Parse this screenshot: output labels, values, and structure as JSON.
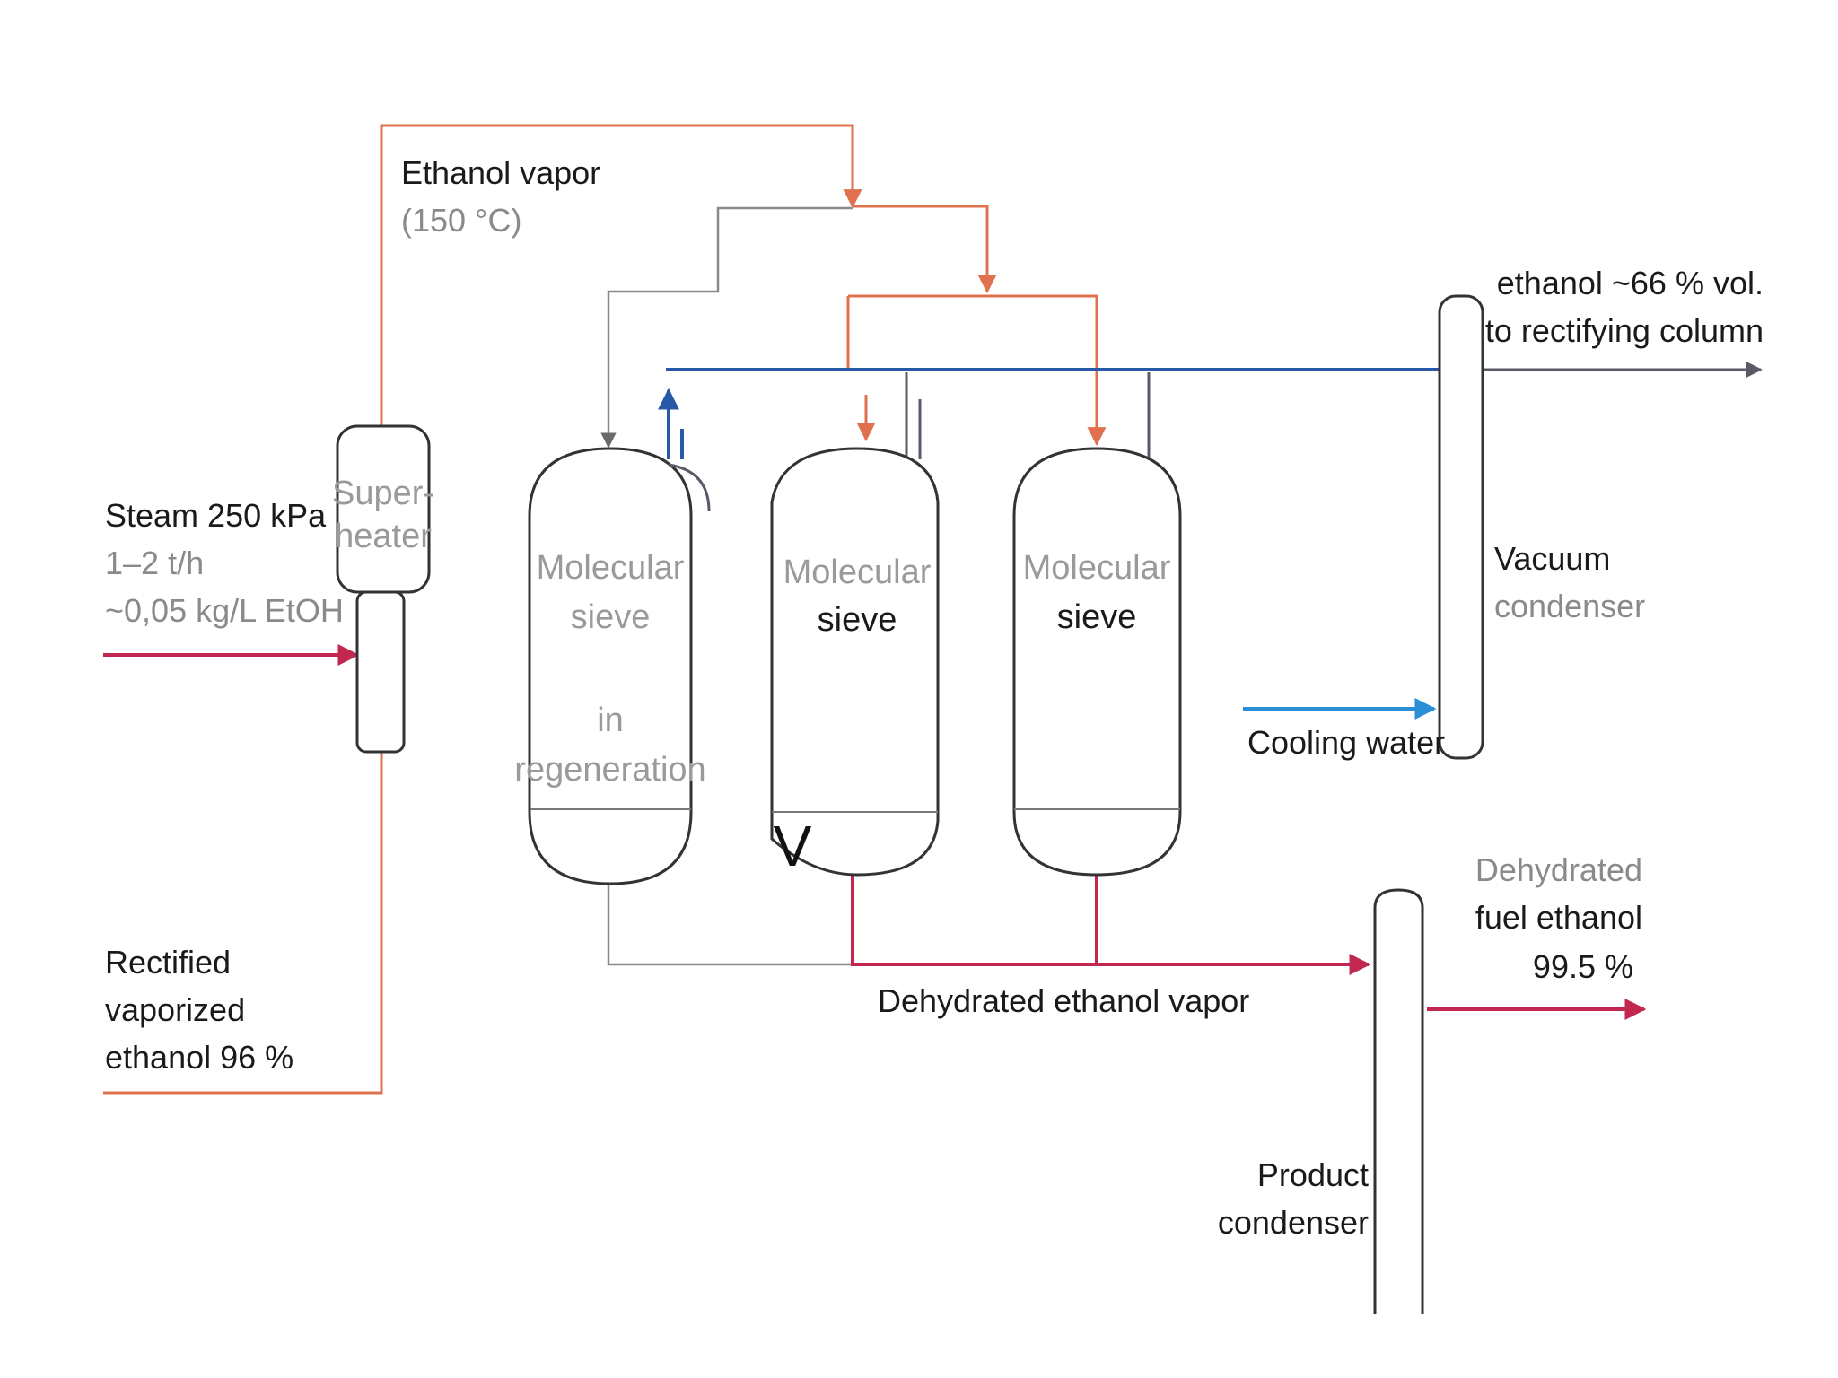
{
  "labels": {
    "ethanol_vapor": [
      "Ethanol vapor",
      "(150 °C)"
    ],
    "steam": [
      "Steam 250 kPa",
      "1–2 t/h",
      "~0,05 kg/L EtOH"
    ],
    "rectified": [
      "Rectified",
      "vaporized",
      "ethanol 96  %"
    ],
    "to_column": [
      "ethanol ~66 % vol.",
      "to rectifying column"
    ],
    "vacuum_condenser": [
      "Vacuum",
      "condenser"
    ],
    "cooling_water": "Cooling water",
    "dehydrated_vapor": "Dehydrated ethanol vapor",
    "fuel_ethanol": [
      "Dehydrated",
      "fuel ethanol",
      "99.5  %"
    ],
    "product_condenser": [
      "Product",
      "condenser"
    ]
  },
  "equipment": {
    "superheater": [
      "Super-",
      "heater"
    ],
    "sieve_1": [
      "Molecular",
      "sieve",
      "in",
      "regeneration"
    ],
    "sieve_2": [
      "Molecular",
      "sieve"
    ],
    "sieve_3": [
      "Molecular",
      "sieve"
    ],
    "valve_mark": "V"
  },
  "colors": {
    "ethanol_vapor_line": "#e0714f",
    "steam_product_line": "#c2284f",
    "vacuum_line": "#2a58a8",
    "cooling_water_line": "#2b8fd6",
    "regeneration_line": "#8a8a8a"
  }
}
